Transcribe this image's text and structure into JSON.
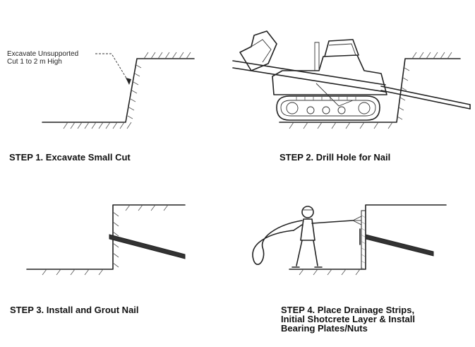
{
  "annotation": {
    "text": "Excavate Unsupported\nCut 1 to 2 m High"
  },
  "steps": [
    {
      "label": "STEP 1. Excavate Small Cut"
    },
    {
      "label": "STEP 2. Drill Hole for Nail"
    },
    {
      "label": "STEP 3. Install and Grout Nail"
    },
    {
      "label": "STEP 4. Place Drainage Strips,\nInitial Shotcrete Layer & Install\nBearing Plates/Nuts"
    }
  ]
}
